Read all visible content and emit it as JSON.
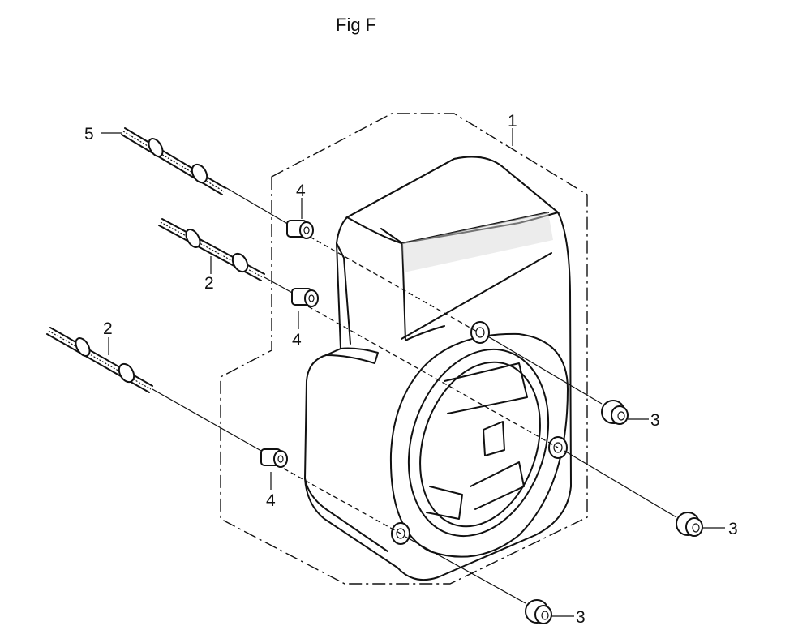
{
  "figure": {
    "title": "Fig F"
  },
  "callouts": {
    "housing": "1",
    "stud_upper": "2",
    "stud_lower": "2",
    "nut_upper": "3",
    "nut_middle": "3",
    "nut_lower": "3",
    "collar_upper": "4",
    "collar_middle": "4",
    "collar_lower": "4",
    "stud_top": "5"
  }
}
